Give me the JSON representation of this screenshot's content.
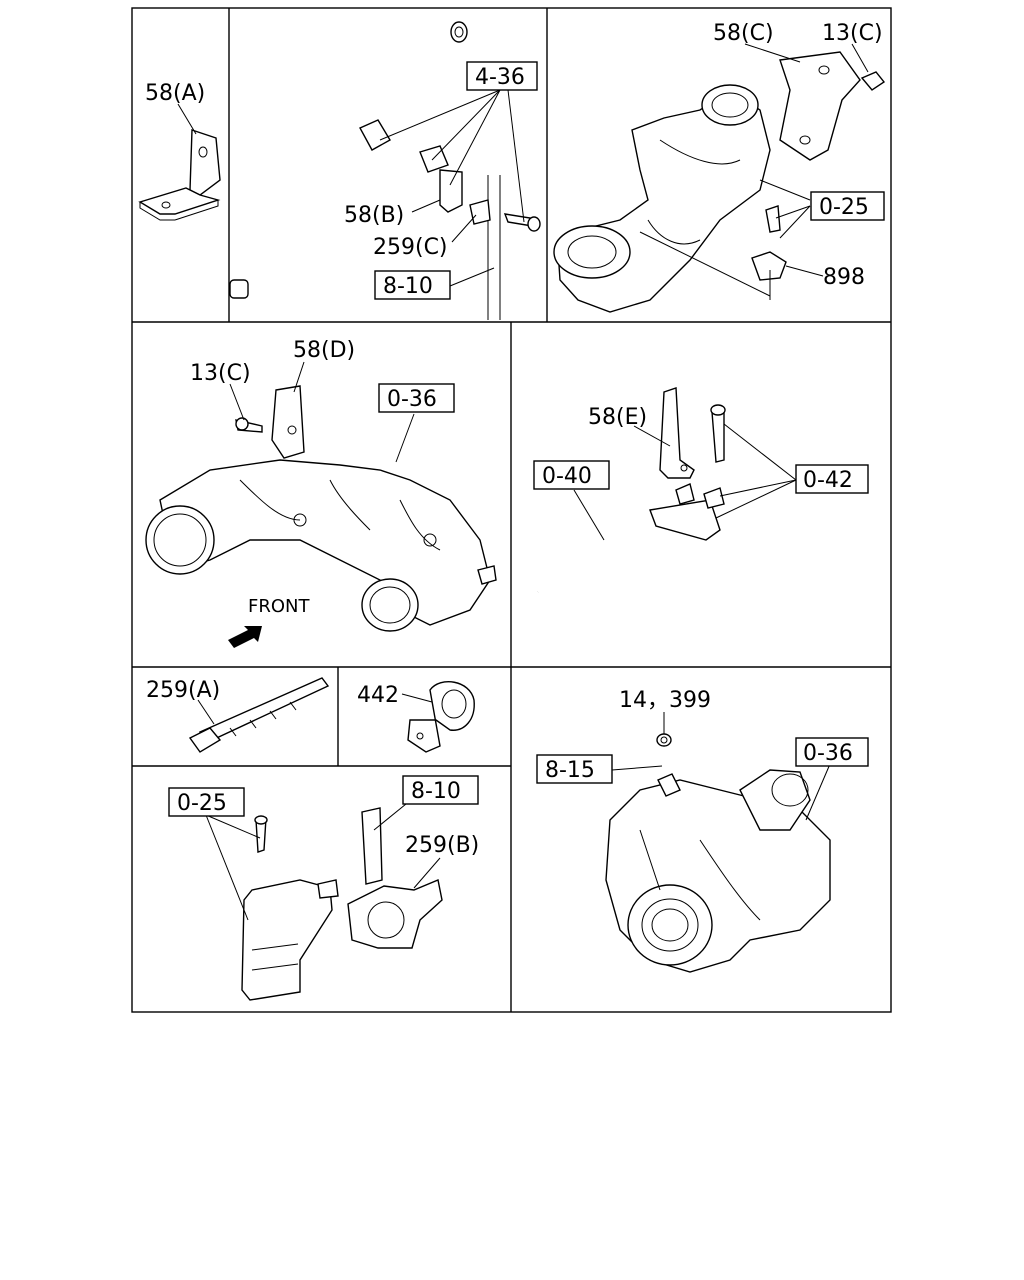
{
  "labels": {
    "p1_58a": "58(A)",
    "p2_436": "4-36",
    "p2_58b": "58(B)",
    "p2_259c": "259(C)",
    "p2_810": "8-10",
    "p3_58c": "58(C)",
    "p3_13c": "13(C)",
    "p3_025": "0-25",
    "p3_898": "898",
    "p4_58d": "58(D)",
    "p4_13c": "13(C)",
    "p4_036": "0-36",
    "p4_front": "FRONT",
    "p5_58e": "58(E)",
    "p5_040": "0-40",
    "p5_042": "0-42",
    "p6_259a": "259(A)",
    "p7_442": "442",
    "p8_025": "0-25",
    "p8_810": "8-10",
    "p8_259b": "259(B)",
    "p9_14399": "14，399",
    "p9_815": "8-15",
    "p9_036": "0-36"
  }
}
